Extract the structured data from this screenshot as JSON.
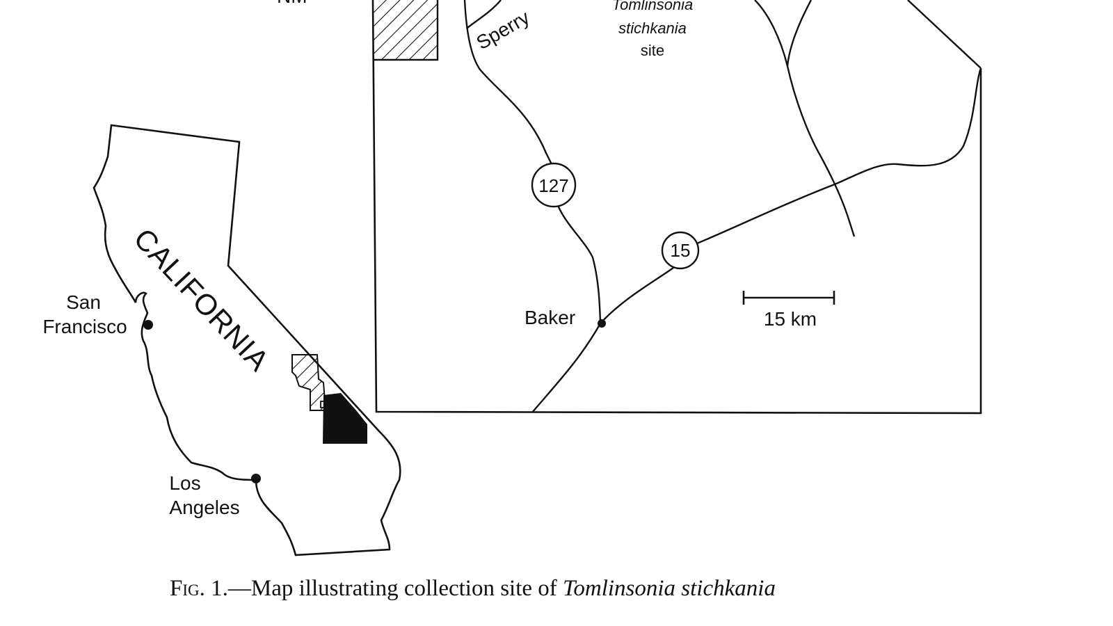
{
  "inset": {
    "nm_label": "NM",
    "site_label_line1": "Tomlinsonia",
    "site_label_line2": "stichkania",
    "site_label_line3": "site",
    "road_label": "Sperry",
    "shield_127": "127",
    "shield_15": "15",
    "town_baker": "Baker",
    "scale_label": "15 km"
  },
  "state_map": {
    "state_name": "CALIFORNIA",
    "city_sf_line1": "San",
    "city_sf_line2": "Francisco",
    "city_la_line1": "Los",
    "city_la_line2": "Angeles"
  },
  "caption": {
    "fig_label": "Fig. 1.",
    "dash": "—",
    "text": "Map illustrating collection site of ",
    "species": "Tomlinsonia stichkania"
  }
}
